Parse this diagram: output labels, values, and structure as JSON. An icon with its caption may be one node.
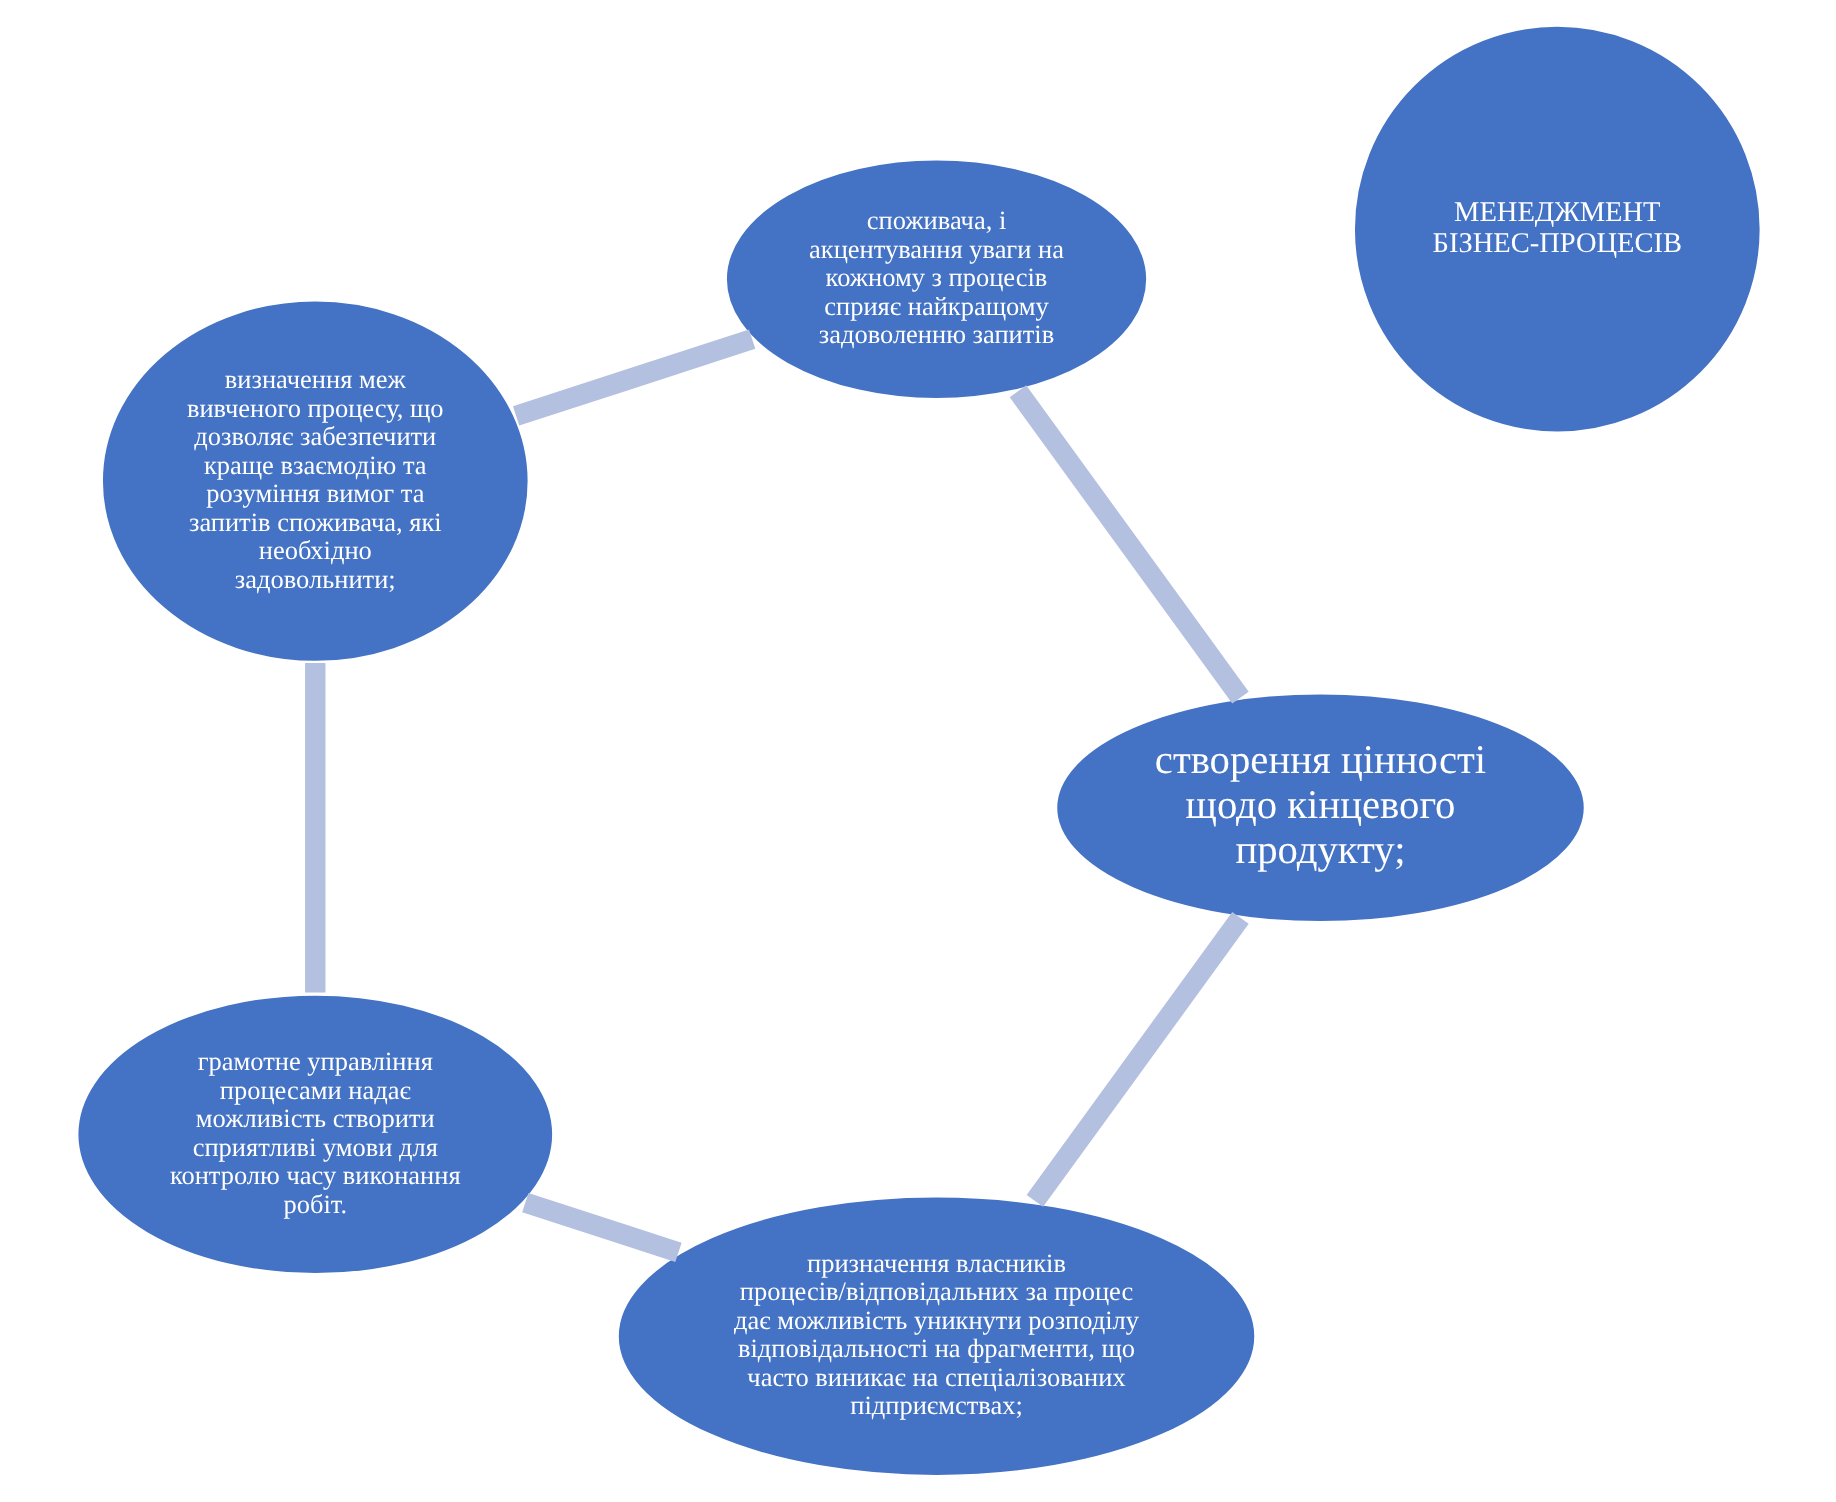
{
  "diagram": {
    "nodes": [
      {
        "text": [
          "призначення власників процесів/відповідальних за процес дає можливість уникнути розподілу відповідальності на фрагменти, що часто виникає на спеціалізованих підприємствах;"
        ]
      },
      {
        "text": [
          "створення цінності щодо кінцевого продукту;"
        ]
      },
      {
        "text": [
          "грамотне управління процесами надає можливість створити сприятливі умови для контролю часу виконання робіт."
        ]
      },
      {
        "text": [
          "МЕНЕДЖМЕНТ БІЗНЕС-ПРОЦЕСІВ"
        ]
      },
      {
        "text": [
          "визначення меж вивченого процесу, що дозволяє забезпечити краще взаємодію та розуміння вимог та запитів споживача, які необхідно задовольнити;"
        ]
      },
      {
        "text": [
          "споживача, і акцентування уваги на кожному з процесів сприяє найкращому задоволенню запитів"
        ]
      }
    ],
    "edges": [
      {
        "from": 0,
        "to": 2,
        "arrow": "none"
      },
      {
        "from": 2,
        "to": 4,
        "arrow": "none"
      },
      {
        "from": 4,
        "to": 5,
        "arrow": "none"
      },
      {
        "from": 5,
        "to": 1,
        "arrow": "none"
      },
      {
        "from": 1,
        "to": 0,
        "arrow": "none"
      }
    ]
  }
}
